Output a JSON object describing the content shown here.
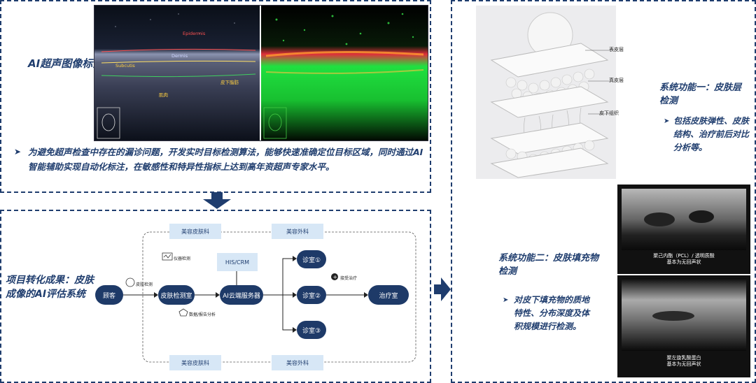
{
  "top_panel": {
    "title": "AI超声图像标注",
    "description": "为避免超声检查中存在的漏诊问题，开发实时目标检测算法，能够快速准确定位目标区域，同时通过AI智能辅助实现自动化标注，在敏感性和特异性指标上达到高年资超声专家水平。",
    "us_labels": {
      "epidermis": "Epidermis",
      "dermis": "Dermis",
      "hypodermis": "Subcutis",
      "fat": "皮下脂肪",
      "muscle": "肌肉"
    }
  },
  "bottom_panel": {
    "title": "项目转化成果：皮肤成像的AI评估系统",
    "flow": {
      "tags_top": [
        "美容皮肤科",
        "美容外科"
      ],
      "tags_bottom": [
        "美容皮肤科",
        "美容外科"
      ],
      "his": "HIS/CRM",
      "customer": "顾客",
      "skin_room": "皮肤检测室",
      "ai_server": "AI云端服务器",
      "rooms": [
        "诊室①",
        "诊室②",
        "诊室③"
      ],
      "treatment": "治疗室",
      "label_skin_test": "皮肤检测",
      "label_instrument": "仪器检测",
      "label_data": "数据/报告分析",
      "label_accept": "接受治疗"
    }
  },
  "right_panel": {
    "skin_labels": [
      "表皮层",
      "真皮层",
      "皮下组织"
    ],
    "func1_title": "系统功能一：皮肤层检测",
    "func1_desc": "包括皮肤弹性、皮肤结构、治疗前后对比分析等。",
    "func2_title": "系统功能二：皮肤填充物检测",
    "func2_desc": "对皮下填充物的质地特性、分布深度及体积规模进行检测。",
    "us_caption1": "聚己内酯（PCL）/ 透明质酸\n基本为无回声状",
    "us_caption2": "聚左旋乳酸蛋白\n基本为无回声状"
  }
}
